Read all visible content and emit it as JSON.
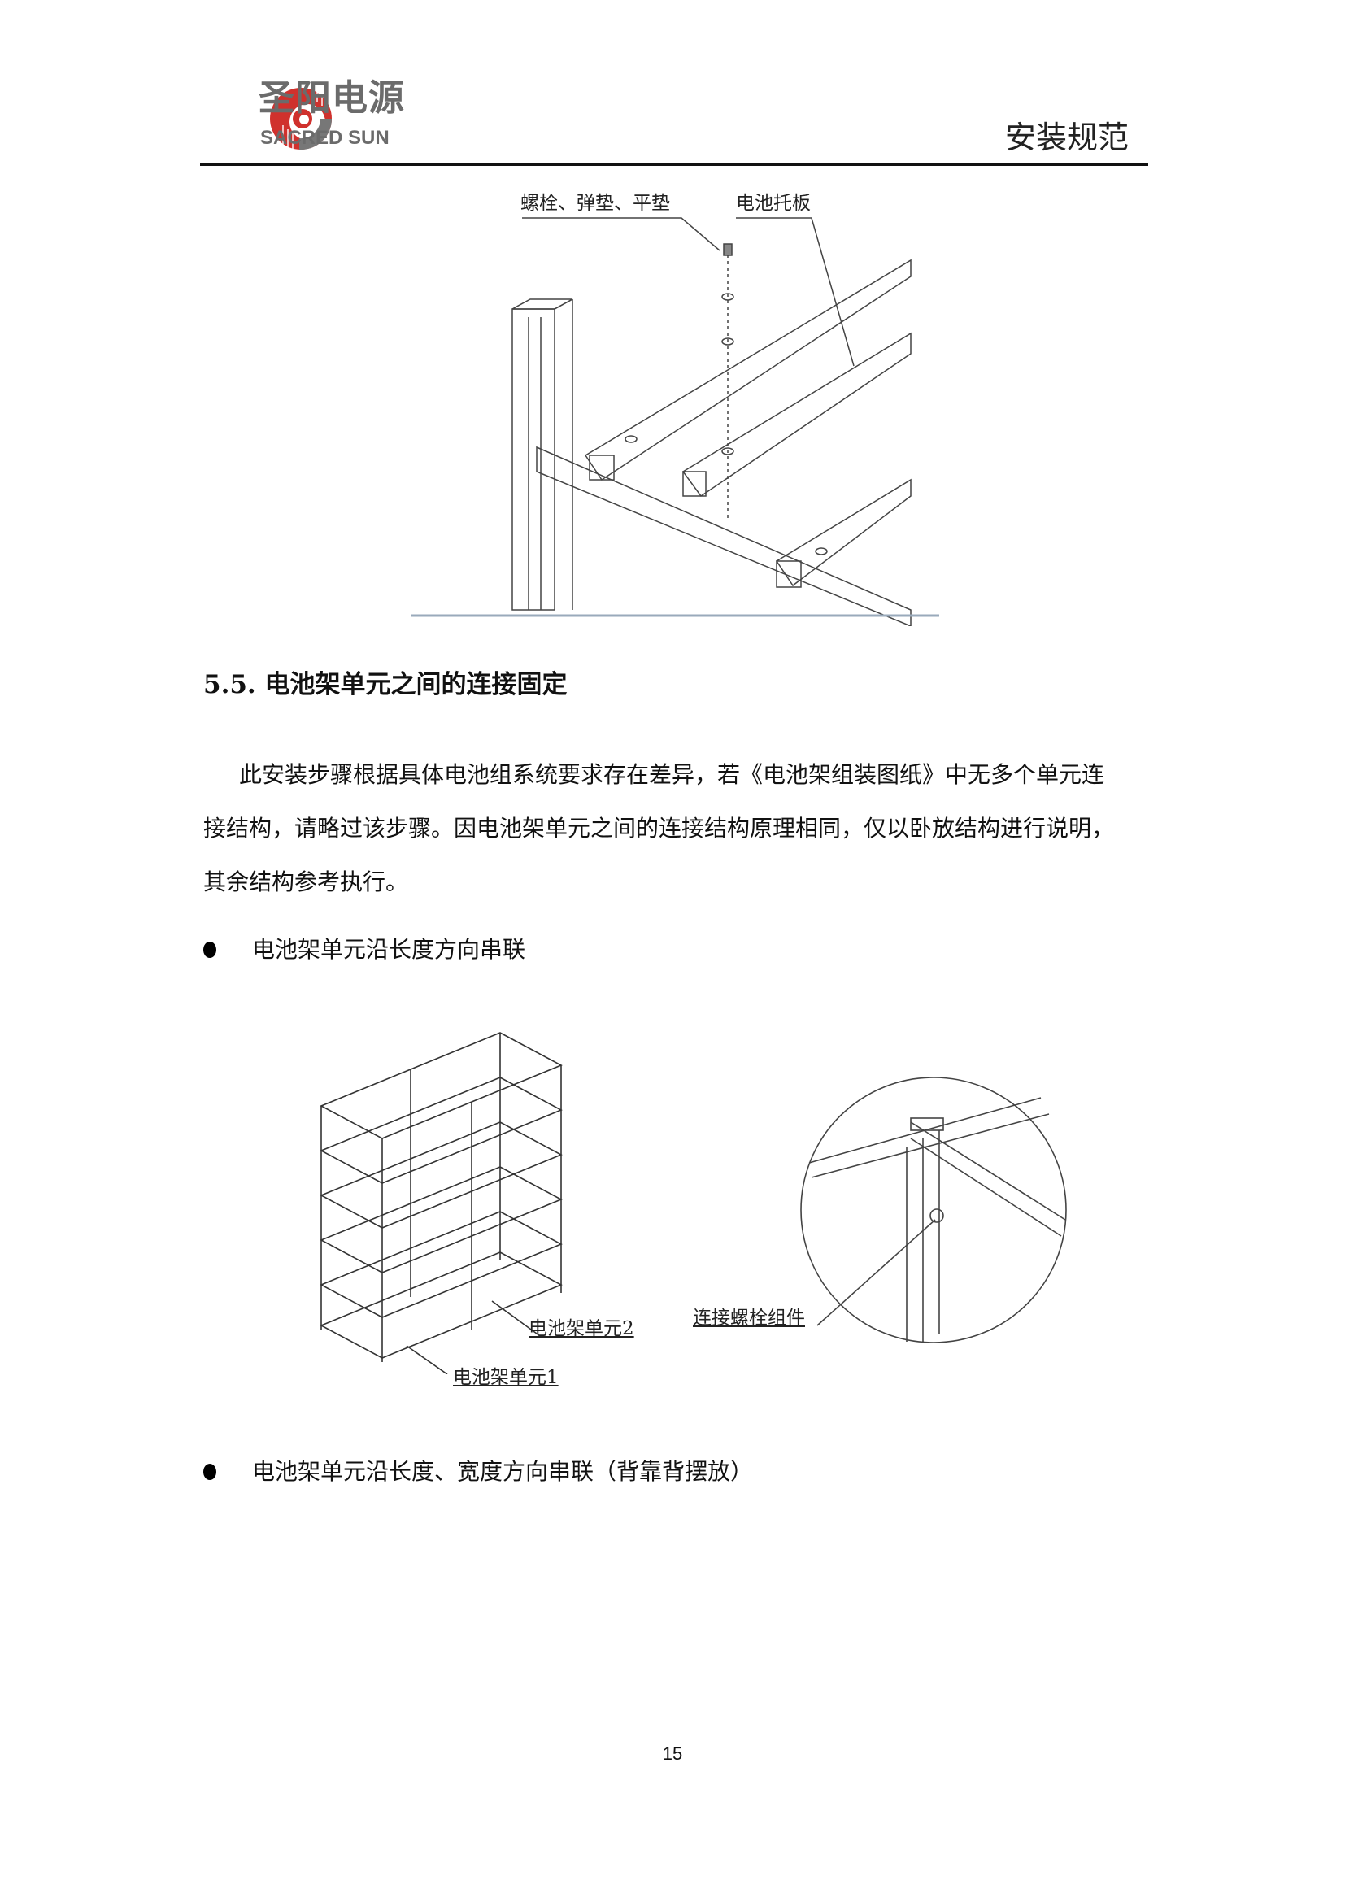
{
  "header": {
    "logo_cn": "圣阳电源",
    "logo_en": "SACRED SUN",
    "doc_title": "安装规范"
  },
  "figure1": {
    "label_bolts": "螺栓、弹垫、平垫",
    "label_tray": "电池托板"
  },
  "section": {
    "heading": "5.5. 电池架单元之间的连接固定",
    "paragraph_line1": "此安装步骤根据具体电池组系统要求存在差异，若《电池架组装图纸》中无多个单元连",
    "paragraph_line2": "接结构，请略过该步骤。因电池架单元之间的连接结构原理相同，仅以卧放结构进行说明，",
    "paragraph_line3": "其余结构参考执行。"
  },
  "bullets": [
    "电池架单元沿长度方向串联",
    "电池架单元沿长度、宽度方向串联（背靠背摆放）"
  ],
  "figure2": {
    "label_unit2": "电池架单元2",
    "label_unit1": "电池架单元1",
    "label_bolt_assembly": "连接螺栓组件"
  },
  "footer": {
    "page_number": "15"
  },
  "colors": {
    "logo_red": "#d0312d",
    "logo_gray": "#6b6b6b"
  }
}
